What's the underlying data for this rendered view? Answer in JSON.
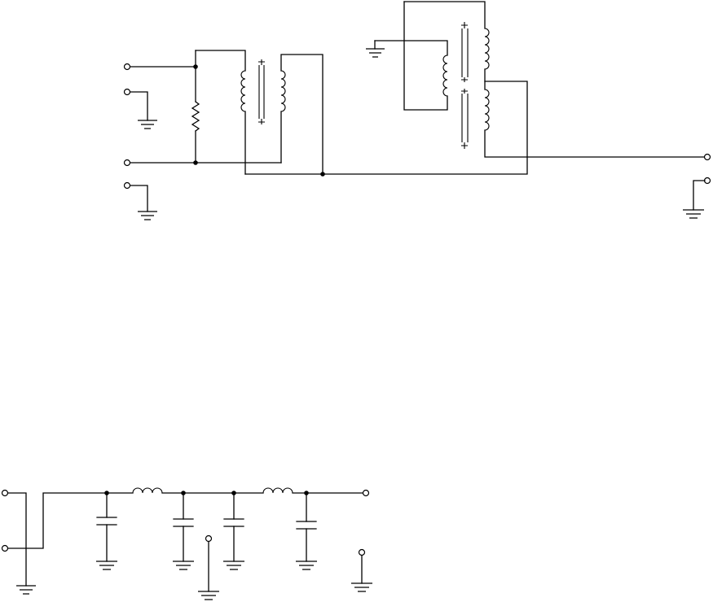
{
  "diagram": {
    "kind": "electronic-schematic",
    "colors": {
      "ink": "#000000",
      "background": "#ffffff"
    },
    "sections": [
      {
        "id": "transformer-network",
        "components": [
          "resistor",
          "transformer",
          "dual-core-transformer"
        ]
      },
      {
        "id": "lc-filter",
        "components": [
          "inductor",
          "inductor",
          "capacitor",
          "capacitor",
          "capacitor",
          "capacitor"
        ]
      }
    ]
  }
}
